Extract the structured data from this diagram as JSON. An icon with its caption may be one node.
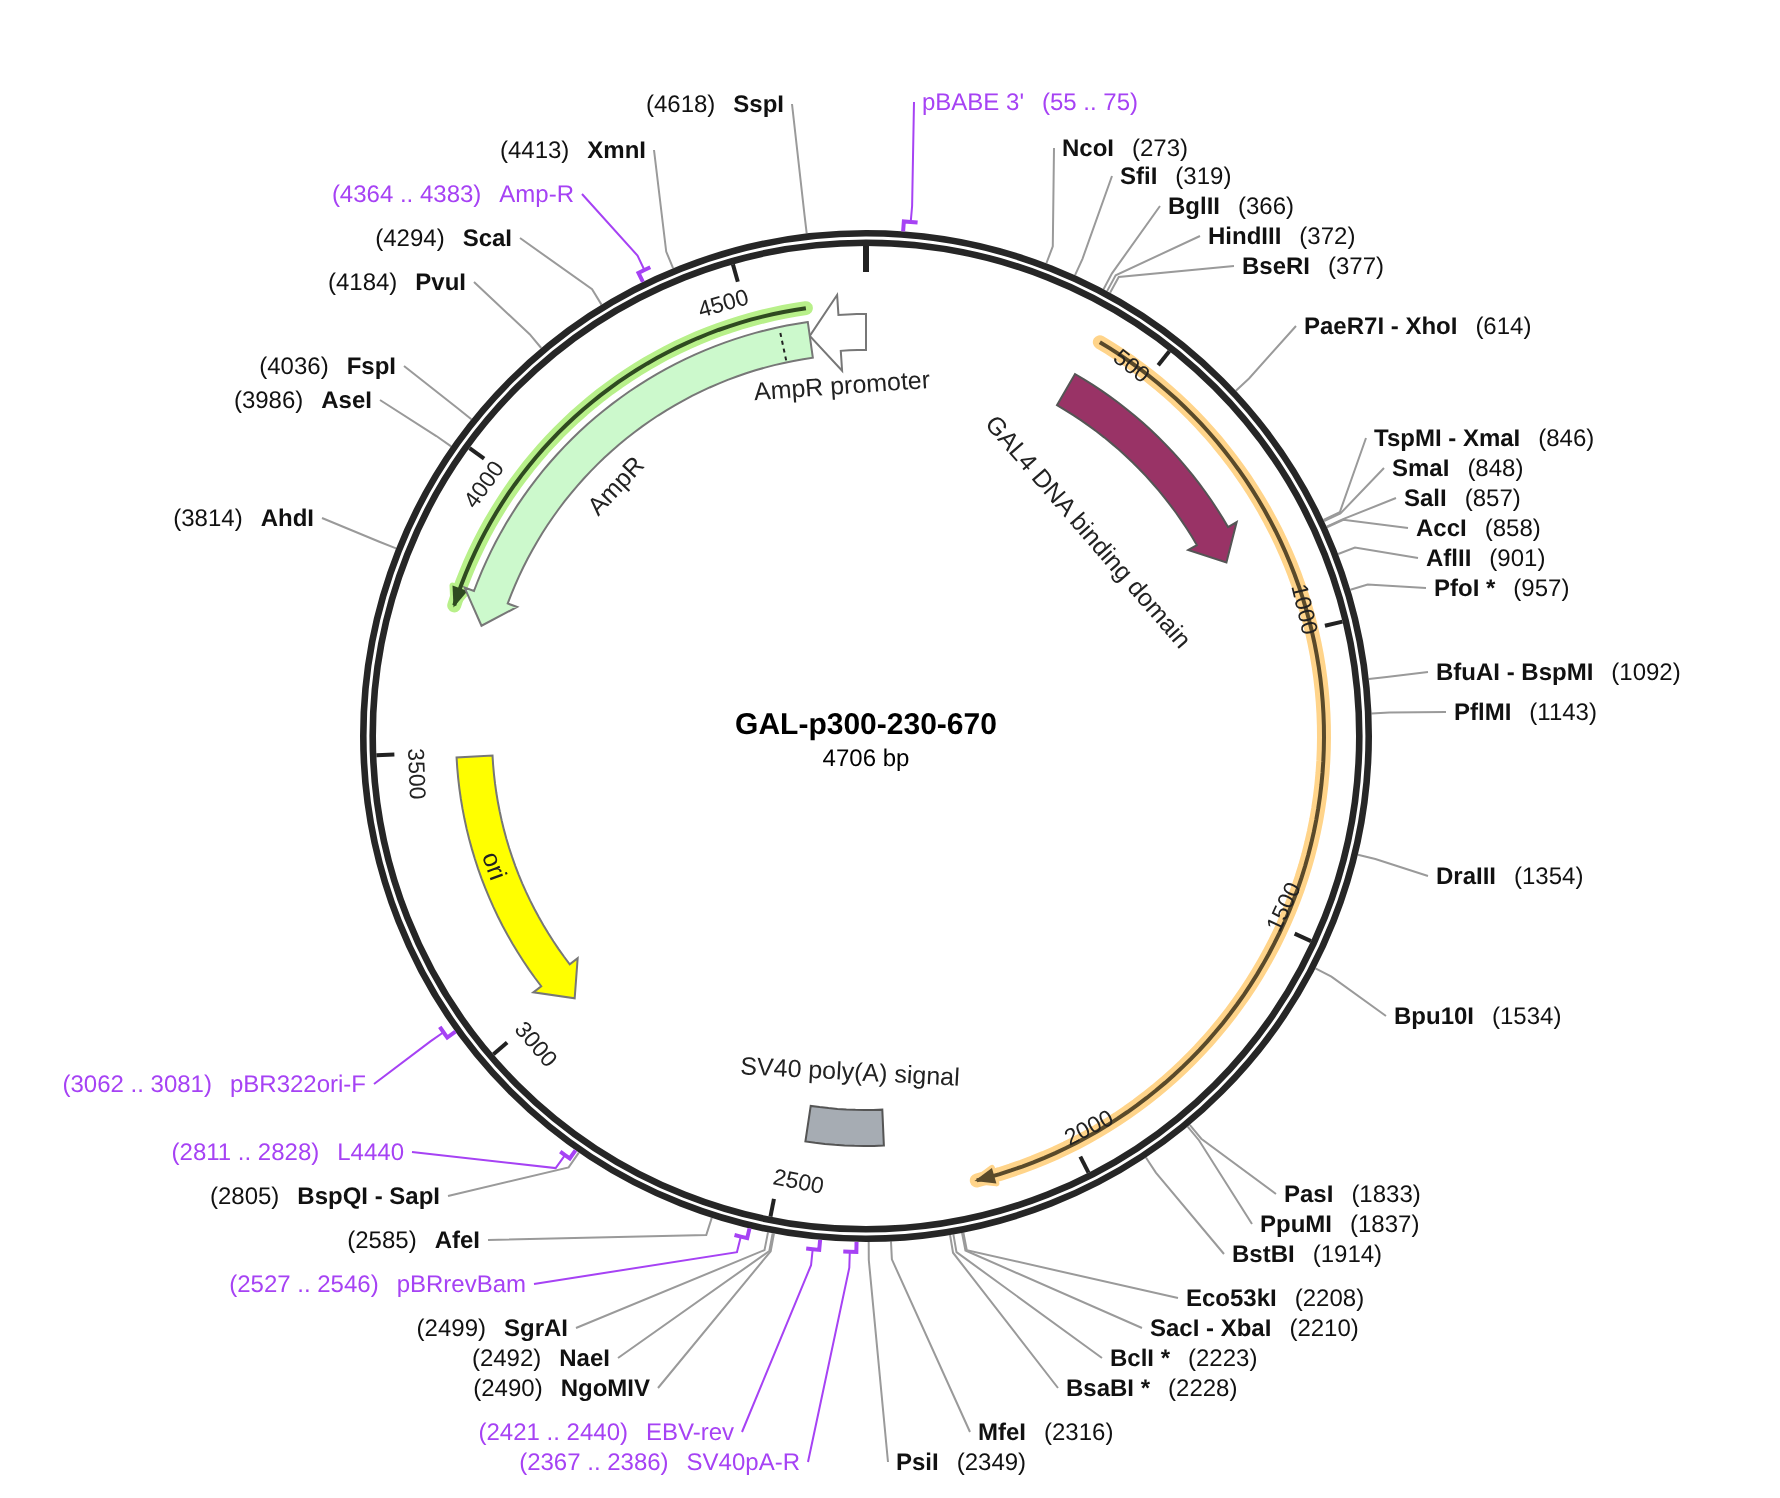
{
  "diagram": {
    "title": "GAL-p300-230-670",
    "nodes": [
      {
        "text": [
          "(4618)",
          "SspI"
        ]
      },
      {
        "text": [
          "pBABE 3'",
          "(55 .. 75)"
        ]
      },
      {
        "text": [
          "NcoI",
          "(273)"
        ]
      },
      {
        "text": [
          "(4413)",
          "XmnI"
        ]
      },
      {
        "text": [
          "SfiI",
          "(319)"
        ]
      },
      {
        "text": [
          "(4364 .. 4383)",
          "Amp-R"
        ]
      },
      {
        "text": [
          "BglII",
          "(366)"
        ]
      },
      {
        "text": [
          "(4294)",
          "ScaI"
        ]
      },
      {
        "text": [
          "HindIII",
          "(372)"
        ]
      },
      {
        "text": [
          "BseRI",
          "(377)"
        ]
      },
      {
        "text": [
          "(4184)",
          "PvuI"
        ]
      },
      {
        "text": [
          "PaeR7I - XhoI",
          "(614)"
        ]
      },
      {
        "text": [
          "AmpR promoter"
        ]
      },
      {
        "text": [
          "(4036)",
          "FspI"
        ]
      },
      {
        "text": [
          "GAL4 DNA binding domain"
        ]
      },
      {
        "text": [
          "(3986)",
          "AseI"
        ]
      },
      {
        "text": [
          "TspMI - XmaI",
          "(846)"
        ]
      },
      {
        "text": [
          "SmaI",
          "(848)"
        ]
      },
      {
        "text": [
          "SalI",
          "(857)"
        ]
      },
      {
        "text": [
          "AccI",
          "(858)"
        ]
      },
      {
        "text": [
          "AmpR"
        ]
      },
      {
        "text": [
          "(3814)",
          "AhdI"
        ]
      },
      {
        "text": [
          "AflII",
          "(901)"
        ]
      },
      {
        "text": [
          "PfoI *",
          "(957)"
        ]
      },
      {
        "text": [
          "BfuAI - BspMI",
          "(1092)"
        ]
      },
      {
        "text": [
          "PflMI",
          "(1143)"
        ]
      },
      {
        "text": [
          "ori"
        ]
      },
      {
        "text": [
          "DraIII",
          "(1354)"
        ]
      },
      {
        "text": [
          "Bpu10I",
          "(1534)"
        ]
      },
      {
        "text": [
          "(3062 .. 3081)",
          "pBR322ori-F"
        ]
      },
      {
        "text": [
          "SV40 poly(A) signal"
        ]
      },
      {
        "text": [
          "(2811 .. 2828)",
          "L4440"
        ]
      },
      {
        "text": [
          "PasI",
          "(1833)"
        ]
      },
      {
        "text": [
          "(2805)",
          "BspQI - SapI"
        ]
      },
      {
        "text": [
          "PpuMI",
          "(1837)"
        ]
      },
      {
        "text": [
          "(2585)",
          "AfeI"
        ]
      },
      {
        "text": [
          "BstBI",
          "(1914)"
        ]
      },
      {
        "text": [
          "(2527 .. 2546)",
          "pBRrevBam"
        ]
      },
      {
        "text": [
          "Eco53kI",
          "(2208)"
        ]
      },
      {
        "text": [
          "(2499)",
          "SgrAI"
        ]
      },
      {
        "text": [
          "SacI - XbaI",
          "(2210)"
        ]
      },
      {
        "text": [
          "(2492)",
          "NaeI"
        ]
      },
      {
        "text": [
          "BclI *",
          "(2223)"
        ]
      },
      {
        "text": [
          "(2490)",
          "NgoMIV"
        ]
      },
      {
        "text": [
          "BsaBI *",
          "(2228)"
        ]
      },
      {
        "text": [
          "(2421 .. 2440)",
          "EBV-rev"
        ]
      },
      {
        "text": [
          "MfeI",
          "(2316)"
        ]
      },
      {
        "text": [
          "(2367 .. 2386)",
          "SV40pA-R"
        ]
      },
      {
        "text": [
          "PsiI",
          "(2349)"
        ]
      }
    ],
    "edges": [
      {
        "from": 0,
        "to": null,
        "arrow": "none"
      },
      {
        "from": 1,
        "to": null,
        "arrow": "none",
        "color": "#a642f4"
      },
      {
        "from": 2,
        "to": null,
        "arrow": "none"
      },
      {
        "from": 3,
        "to": null,
        "arrow": "none"
      },
      {
        "from": 4,
        "to": null,
        "arrow": "none"
      },
      {
        "from": 5,
        "to": null,
        "arrow": "none",
        "color": "#a642f4"
      },
      {
        "from": 6,
        "to": null,
        "arrow": "none"
      },
      {
        "from": 7,
        "to": null,
        "arrow": "none"
      },
      {
        "from": 8,
        "to": null,
        "arrow": "none"
      },
      {
        "from": 9,
        "to": null,
        "arrow": "none"
      },
      {
        "from": 10,
        "to": null,
        "arrow": "none"
      },
      {
        "from": 11,
        "to": null,
        "arrow": "none"
      },
      {
        "from": 13,
        "to": null,
        "arrow": "none"
      },
      {
        "from": 15,
        "to": null,
        "arrow": "none"
      },
      {
        "from": 16,
        "to": null,
        "arrow": "none"
      },
      {
        "from": 17,
        "to": null,
        "arrow": "none"
      },
      {
        "from": 18,
        "to": null,
        "arrow": "none"
      },
      {
        "from": 19,
        "to": null,
        "arrow": "none"
      },
      {
        "from": 21,
        "to": null,
        "arrow": "none"
      },
      {
        "from": 22,
        "to": null,
        "arrow": "none"
      },
      {
        "from": 23,
        "to": null,
        "arrow": "none"
      },
      {
        "from": 24,
        "to": null,
        "arrow": "none"
      },
      {
        "from": 25,
        "to": null,
        "arrow": "none"
      },
      {
        "from": 27,
        "to": null,
        "arrow": "none"
      },
      {
        "from": 28,
        "to": null,
        "arrow": "none"
      },
      {
        "from": 29,
        "to": null,
        "arrow": "none",
        "color": "#a642f4"
      },
      {
        "from": 31,
        "to": null,
        "arrow": "none",
        "color": "#a642f4"
      },
      {
        "from": 32,
        "to": null,
        "arrow": "none"
      },
      {
        "from": 33,
        "to": null,
        "arrow": "none"
      },
      {
        "from": 34,
        "to": null,
        "arrow": "none"
      },
      {
        "from": 35,
        "to": null,
        "arrow": "none"
      },
      {
        "from": 36,
        "to": null,
        "arrow": "none"
      },
      {
        "from": 37,
        "to": null,
        "arrow": "none",
        "color": "#a642f4"
      },
      {
        "from": 38,
        "to": null,
        "arrow": "none"
      },
      {
        "from": 39,
        "to": null,
        "arrow": "none"
      },
      {
        "from": 40,
        "to": null,
        "arrow": "none"
      },
      {
        "from": 41,
        "to": null,
        "arrow": "none"
      },
      {
        "from": 42,
        "to": null,
        "arrow": "none"
      },
      {
        "from": 43,
        "to": null,
        "arrow": "none"
      },
      {
        "from": 44,
        "to": null,
        "arrow": "none"
      },
      {
        "from": 45,
        "to": null,
        "arrow": "none",
        "color": "#a642f4"
      },
      {
        "from": 46,
        "to": null,
        "arrow": "none"
      },
      {
        "from": 47,
        "to": null,
        "arrow": "none",
        "color": "#a642f4"
      },
      {
        "from": 48,
        "to": null,
        "arrow": "none"
      }
    ],
    "labels": [
      "4706 bp",
      "500",
      "1000",
      "1500",
      "2000",
      "2500",
      "3000",
      "3500",
      "4000",
      "4500"
    ]
  }
}
